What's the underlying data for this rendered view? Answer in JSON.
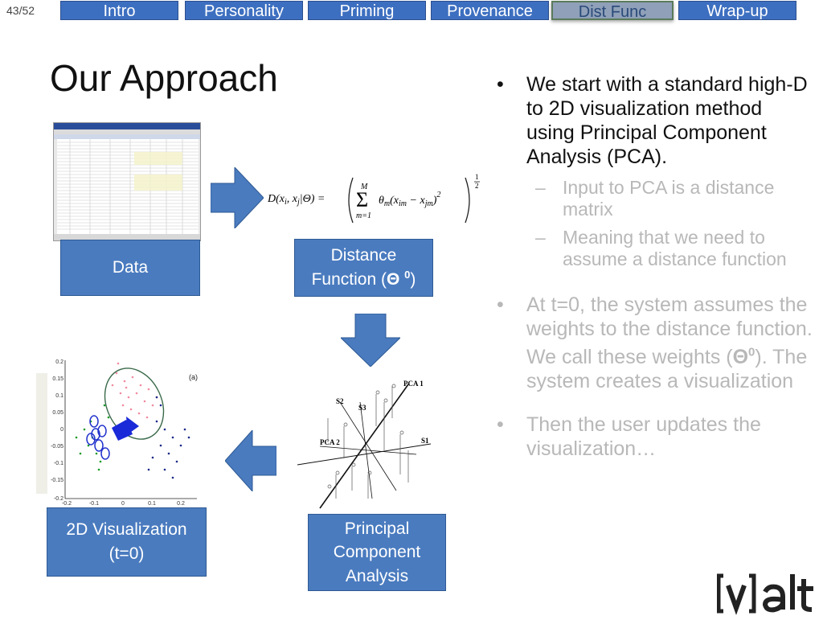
{
  "slide_counter": "43/52",
  "nav": {
    "tabs": [
      {
        "label": "Intro"
      },
      {
        "label": "Personality"
      },
      {
        "label": "Priming"
      },
      {
        "label": "Provenance"
      },
      {
        "label": "Dist Func"
      },
      {
        "label": "Wrap-up"
      }
    ],
    "active": "Dist Func"
  },
  "title": "Our Approach",
  "diagram": {
    "data_label": "Data",
    "distance_line1": "Distance",
    "distance_line2": "Function (",
    "distance_theta": "Θ",
    "distance_sup": "0",
    "distance_close": ")",
    "pca_line1": "Principal",
    "pca_line2": "Component",
    "pca_line3": "Analysis",
    "viz_line1": "2D Visualization",
    "viz_line2": "(t=0)",
    "formula": {
      "lhs": "D(x",
      "sub_i": "i",
      "mid": ", x",
      "sub_j": "j",
      "rhs": "|Θ) =",
      "sum_top": "M",
      "sum_bottom": "m=1",
      "sigma": "Σ",
      "term": "θ",
      "term_sub": "m",
      "paren": "(x",
      "x_sub1": "im",
      "minus": " − x",
      "x_sub2": "jm",
      "close": ")",
      "square": "2",
      "half_num": "1",
      "half_den": "2"
    },
    "pca_plot_labels": {
      "pca1": "PCA 1",
      "pca2": "PCA 2",
      "s1": "S1",
      "s2": "S2",
      "s3": "S3"
    },
    "scatter_labels": {
      "panel": "(a)",
      "y_ticks": [
        "0.2",
        "0.15",
        "0.1",
        "0.05",
        "0",
        "-0.05",
        "-0.1",
        "-0.15",
        "-0.2"
      ],
      "x_ticks": [
        "-0.2",
        "-0.1",
        "0",
        "0.1",
        "0.2"
      ]
    }
  },
  "bullets": {
    "b1": "We start with a standard high-D to 2D visualization method using Principal Component Analysis (PCA).",
    "s1": "Input to PCA is a distance matrix",
    "s2": "Meaning that we need to assume a distance function",
    "b2_text": "At t=0, the system assumes the weights to the distance function.  We call these weights (",
    "b2_theta": "Θ",
    "b2_sup": "0",
    "b2_tail": "). The system creates a visualization",
    "b3": "Then the user updates the visualization…"
  },
  "logo": {
    "text": "[v]alt"
  },
  "colors": {
    "box": "#4a7bbf",
    "arrow": "#4a7bbf",
    "nav": "#3d6fc0"
  }
}
